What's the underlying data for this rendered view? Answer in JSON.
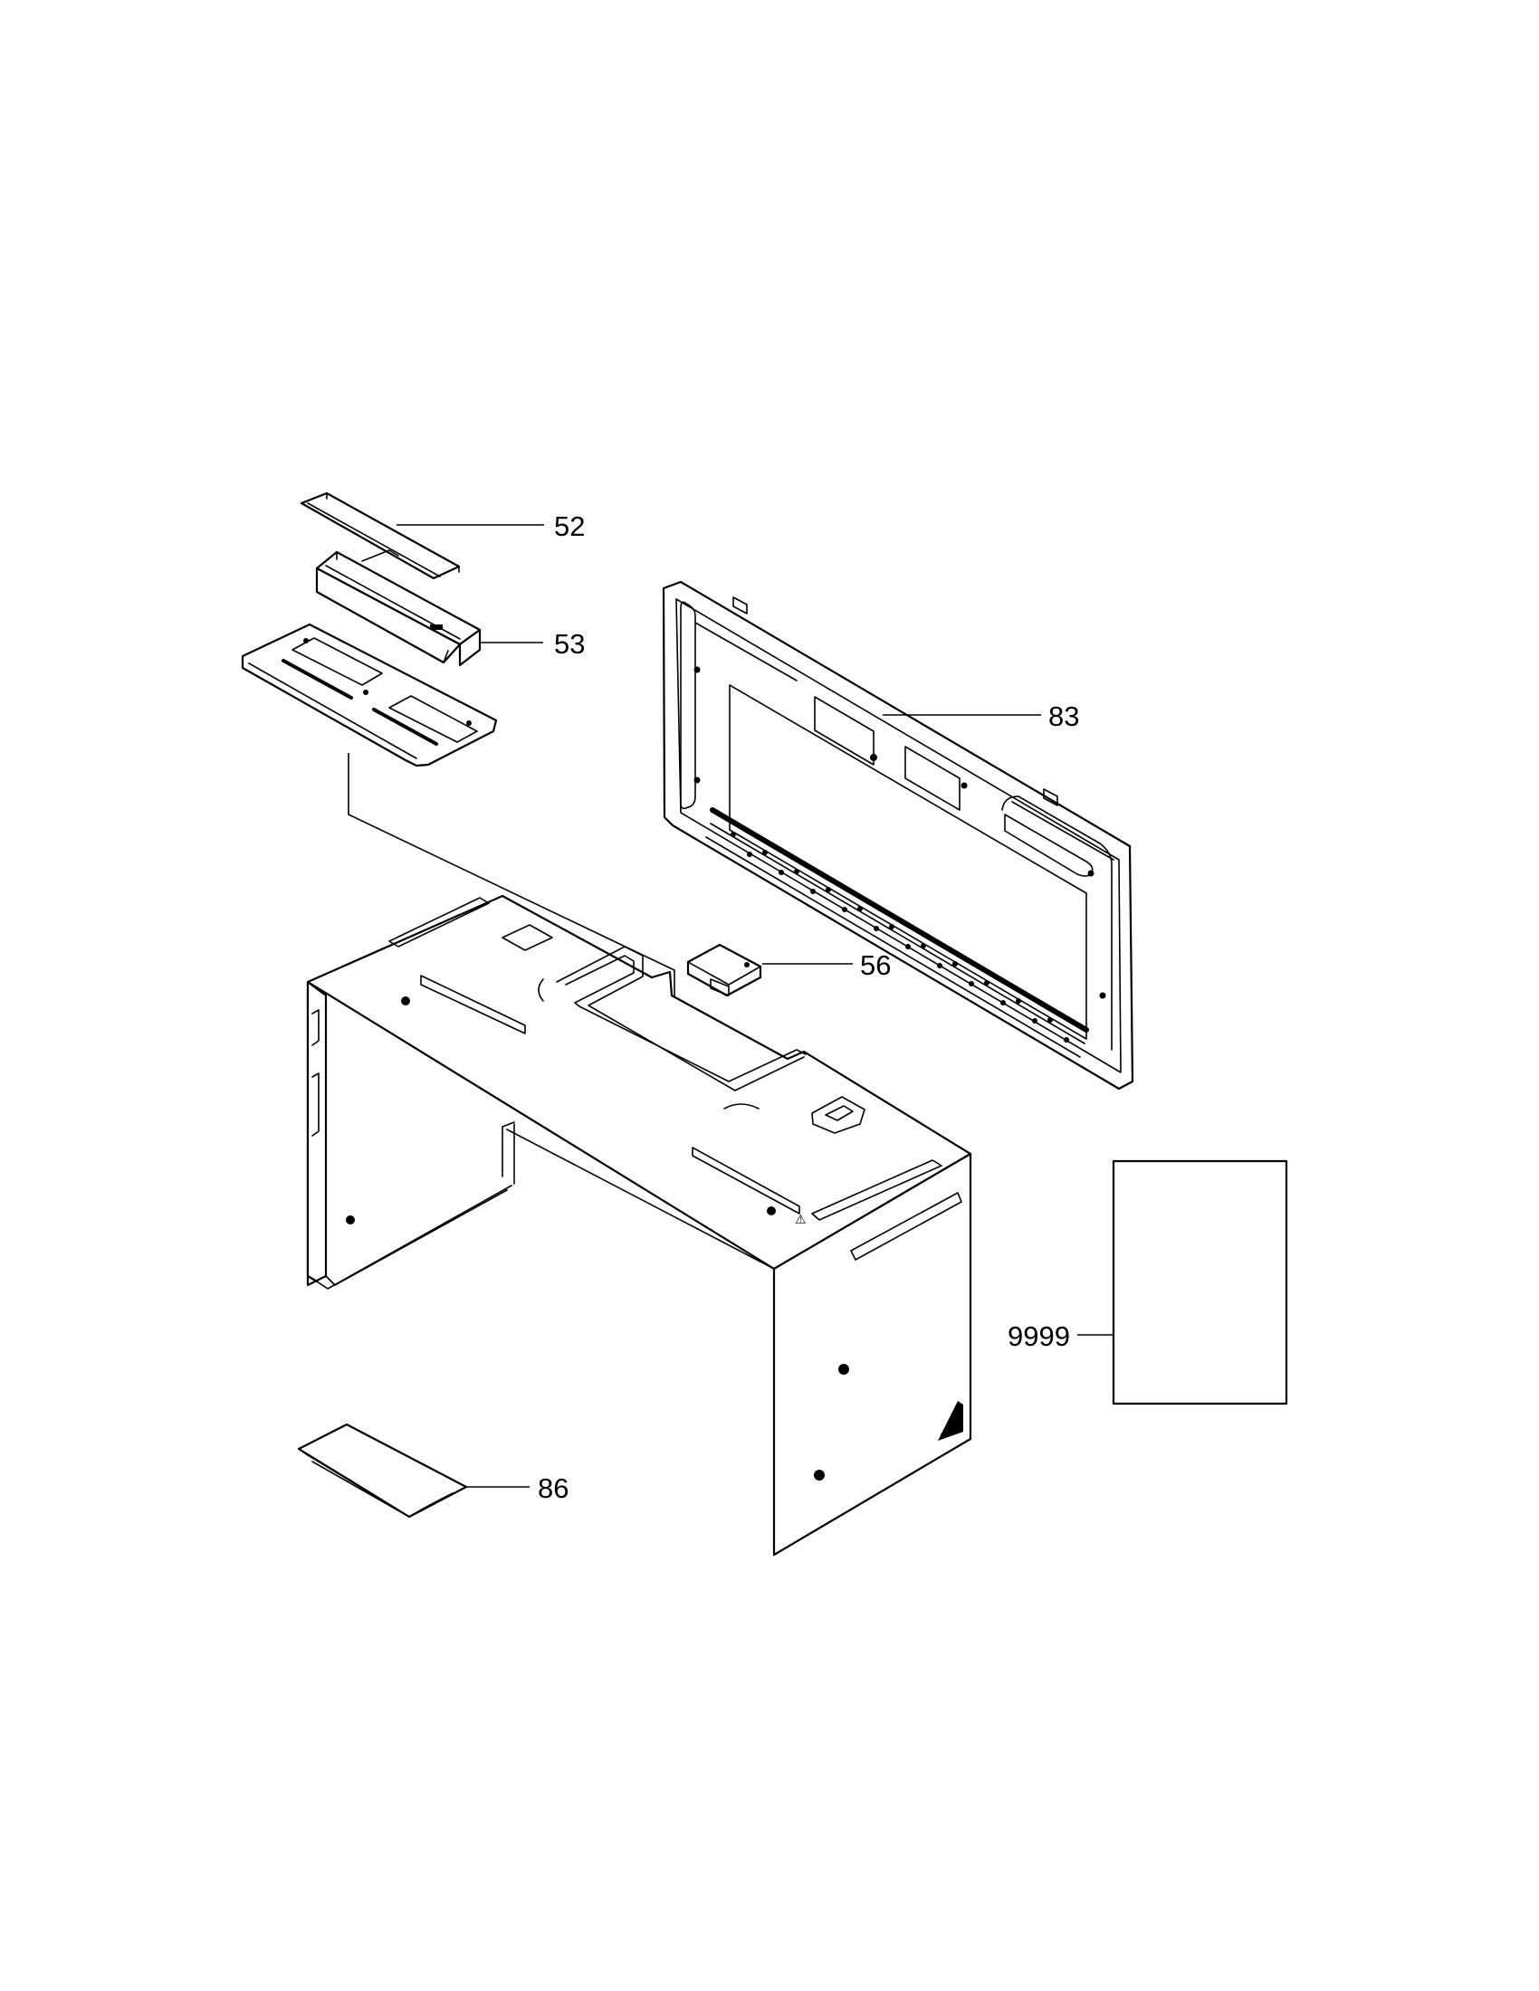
{
  "callouts": {
    "c52": "52",
    "c53": "53",
    "c83": "83",
    "c56": "56",
    "c9999": "9999",
    "c86": "86"
  }
}
